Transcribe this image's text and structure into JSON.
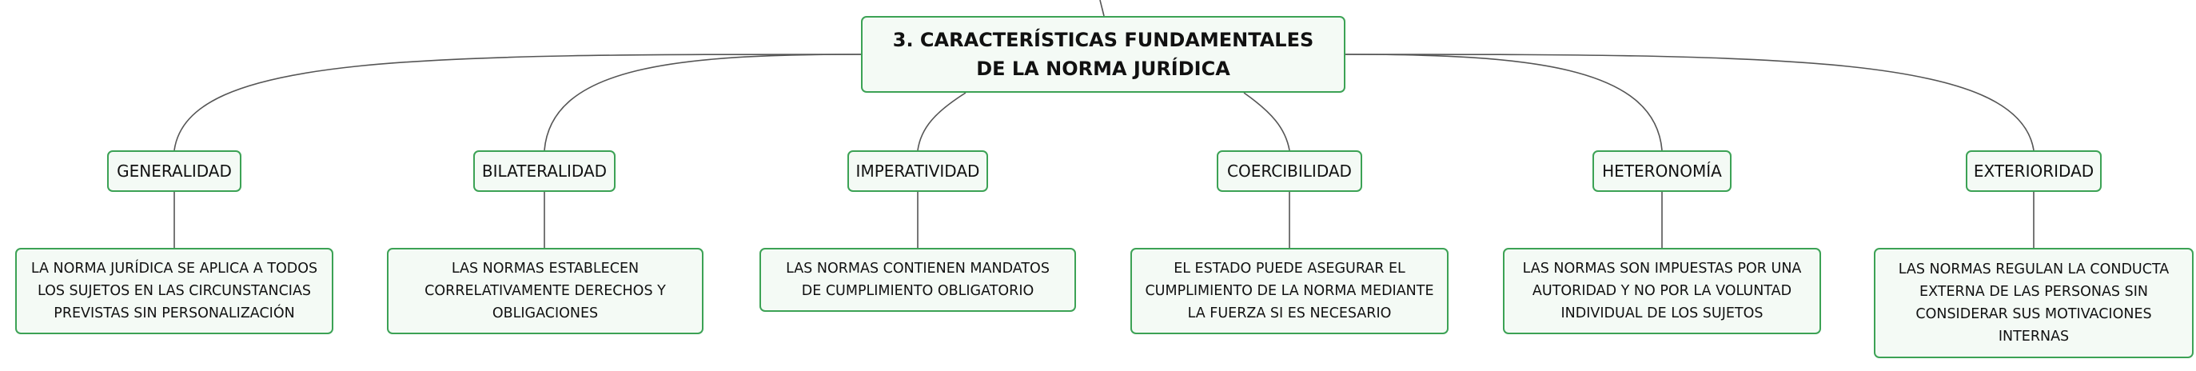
{
  "root": {
    "title": "3. CARACTERÍSTICAS FUNDAMENTALES DE LA NORMA JURÍDICA"
  },
  "colors": {
    "node_border": "#3ca255",
    "node_fill": "#f4faf5",
    "connector": "#555555",
    "text": "#111111"
  },
  "characteristics": [
    {
      "label": "GENERALIDAD",
      "description": "LA NORMA JURÍDICA SE APLICA A TODOS LOS SUJETOS EN LAS CIRCUNSTANCIAS PREVISTAS SIN PERSONALIZACIÓN"
    },
    {
      "label": "BILATERALIDAD",
      "description": "LAS NORMAS ESTABLECEN CORRELATIVAMENTE DERECHOS Y OBLIGACIONES"
    },
    {
      "label": "IMPERATIVIDAD",
      "description": "LAS NORMAS CONTIENEN MANDATOS DE CUMPLIMIENTO OBLIGATORIO"
    },
    {
      "label": "COERCIBILIDAD",
      "description": "EL ESTADO PUEDE ASEGURAR EL CUMPLIMIENTO DE LA NORMA MEDIANTE LA FUERZA SI ES NECESARIO"
    },
    {
      "label": "HETERONOMÍA",
      "description": "LAS NORMAS SON IMPUESTAS POR UNA AUTORIDAD Y NO POR LA VOLUNTAD INDIVIDUAL DE LOS SUJETOS"
    },
    {
      "label": "EXTERIORIDAD",
      "description": "LAS NORMAS REGULAN LA CONDUCTA EXTERNA DE LAS PERSONAS SIN CONSIDERAR SUS MOTIVACIONES INTERNAS"
    }
  ]
}
